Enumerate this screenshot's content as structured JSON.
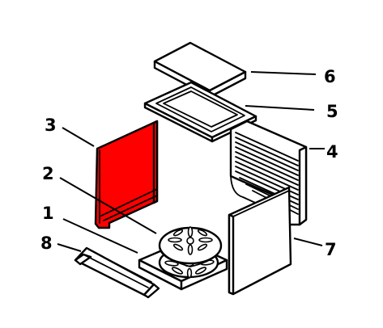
{
  "diagram": {
    "highlight_color": "#ff0000",
    "line_color": "#000000",
    "background_color": "#ffffff",
    "callouts": [
      {
        "id": "1",
        "part": "grate-plate"
      },
      {
        "id": "2",
        "part": "round-grate"
      },
      {
        "id": "3",
        "part": "side-panel-left"
      },
      {
        "id": "4",
        "part": "back-panel"
      },
      {
        "id": "5",
        "part": "frame"
      },
      {
        "id": "6",
        "part": "top-plate"
      },
      {
        "id": "7",
        "part": "side-panel-right"
      },
      {
        "id": "8",
        "part": "front-bar"
      }
    ]
  }
}
